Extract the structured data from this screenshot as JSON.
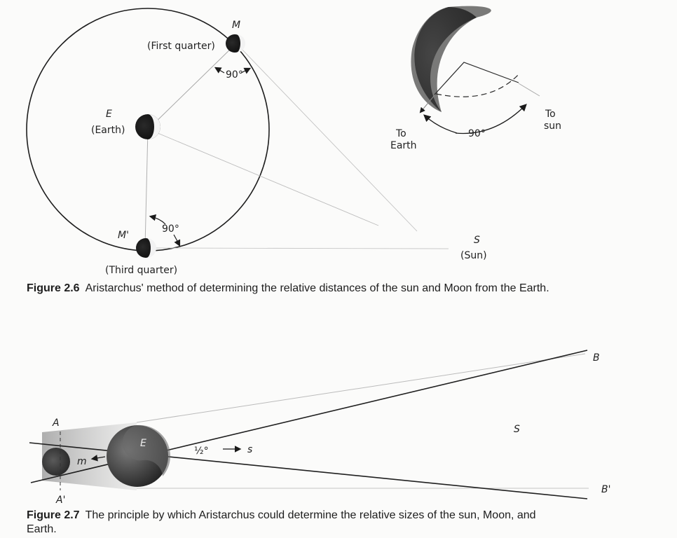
{
  "fig26": {
    "label_M": "M",
    "label_first_quarter": "(First quarter)",
    "label_90_top": "90°",
    "label_E": "E",
    "label_earth": "(Earth)",
    "label_Mprime": "M'",
    "label_90_bottom": "90°",
    "label_third_quarter": "(Third quarter)",
    "label_S": "S",
    "label_sun": "(Sun)",
    "inset_to_earth_1": "To",
    "inset_to_earth_2": "Earth",
    "inset_to_sun_1": "To",
    "inset_to_sun_2": "sun",
    "inset_90": "90°"
  },
  "caption1": {
    "number": "Figure 2.6",
    "text": "Aristarchus' method of determining the relative distances of the sun and Moon from the Earth."
  },
  "fig27": {
    "label_A": "A",
    "label_Aprime": "A'",
    "label_B": "B",
    "label_Bprime": "B'",
    "label_E": "E",
    "label_m": "m",
    "label_half_deg": "½°",
    "label_s": "s",
    "label_S": "S"
  },
  "caption2": {
    "number": "Figure 2.7",
    "text": "The principle by which Aristarchus could determine the relative sizes of the sun, Moon, and Earth."
  }
}
